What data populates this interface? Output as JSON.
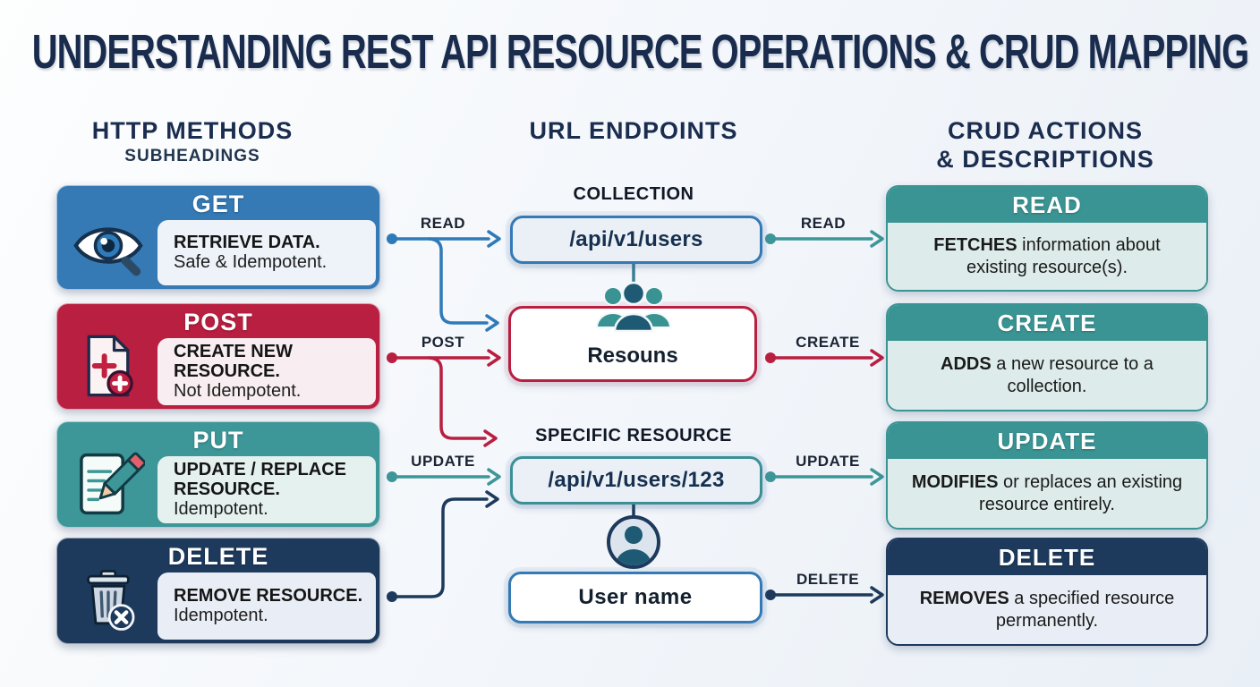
{
  "title": "UNDERSTANDING REST API RESOURCE OPERATIONS & CRUD MAPPING",
  "columns": {
    "left": {
      "title": "HTTP METHODS",
      "subtitle": "SUBHEADINGS"
    },
    "middle": {
      "title": "URL ENDPOINTS"
    },
    "right": {
      "title_line1": "CRUD ACTIONS",
      "title_line2": "& DESCRIPTIONS"
    }
  },
  "methods": [
    {
      "name": "GET",
      "line_bold": "RETRIEVE DATA.",
      "line_rest": "Safe & Idempotent.",
      "icon": "eye-magnifier-icon",
      "color": "#3579b5"
    },
    {
      "name": "POST",
      "line_bold": "CREATE NEW RESOURCE.",
      "line_rest": "Not Idempotent.",
      "icon": "document-plus-icon",
      "color": "#b81f40"
    },
    {
      "name": "PUT",
      "line_bold": "UPDATE / REPLACE RESOURCE.",
      "line_rest": "Idempotent.",
      "icon": "document-pencil-icon",
      "color": "#3d9697"
    },
    {
      "name": "DELETE",
      "line_bold": "REMOVE RESOURCE.",
      "line_rest": "Idempotent.",
      "icon": "trash-x-icon",
      "color": "#1d3a5c"
    }
  ],
  "endpoints": {
    "collection": {
      "label": "COLLECTION",
      "url": "/api/v1/users"
    },
    "resources": {
      "label": "Resouns",
      "icon": "users-group-icon"
    },
    "specific": {
      "label": "SPECIFIC RESOURCE",
      "url": "/api/v1/users/123"
    },
    "user": {
      "label": "User name",
      "icon": "user-avatar-icon"
    }
  },
  "arrows": {
    "left": [
      {
        "label": "READ",
        "color": "#2f7ab8"
      },
      {
        "label": "POST",
        "color": "#b81f40"
      },
      {
        "label": "UPDATE",
        "color": "#3d9697"
      }
    ],
    "right": [
      {
        "label": "READ",
        "color": "#3d9697"
      },
      {
        "label": "CREATE",
        "color": "#b81f40"
      },
      {
        "label": "UPDATE",
        "color": "#3d9697"
      },
      {
        "label": "DELETE",
        "color": "#1d3a5c"
      }
    ]
  },
  "actions": [
    {
      "name": "READ",
      "bold": "FETCHES",
      "rest": " information about existing resource(s)."
    },
    {
      "name": "CREATE",
      "bold": "ADDS",
      "rest": " a new resource to a collection."
    },
    {
      "name": "UPDATE",
      "bold": "MODIFIES",
      "rest": " or replaces an existing resource entirely."
    },
    {
      "name": "DELETE",
      "bold": "REMOVES",
      "rest": " a specified resource permanently."
    }
  ],
  "colors": {
    "blue": "#3579b5",
    "red": "#b81f40",
    "teal": "#3d9697",
    "navy": "#1d3a5c",
    "title_navy": "#1a2c4d"
  }
}
